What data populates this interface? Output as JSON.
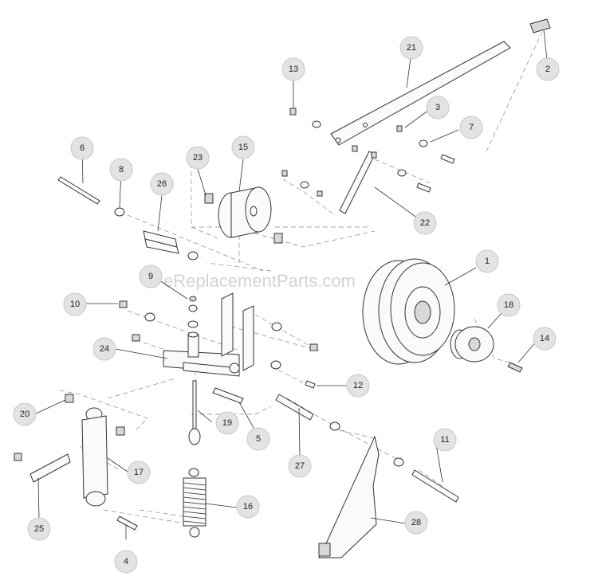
{
  "watermark": "eReplacementParts.com",
  "callouts": [
    {
      "id": "c1",
      "label": "1"
    },
    {
      "id": "c2",
      "label": "2"
    },
    {
      "id": "c3",
      "label": "3"
    },
    {
      "id": "c4",
      "label": "4"
    },
    {
      "id": "c5",
      "label": "5"
    },
    {
      "id": "c6",
      "label": "6"
    },
    {
      "id": "c7",
      "label": "7"
    },
    {
      "id": "c8",
      "label": "8"
    },
    {
      "id": "c9",
      "label": "9"
    },
    {
      "id": "c10",
      "label": "10"
    },
    {
      "id": "c11",
      "label": "11"
    },
    {
      "id": "c12",
      "label": "12"
    },
    {
      "id": "c13",
      "label": "13"
    },
    {
      "id": "c14",
      "label": "14"
    },
    {
      "id": "c15",
      "label": "15"
    },
    {
      "id": "c16",
      "label": "16"
    },
    {
      "id": "c17",
      "label": "17"
    },
    {
      "id": "c18",
      "label": "18"
    },
    {
      "id": "c19",
      "label": "19"
    },
    {
      "id": "c20",
      "label": "20"
    },
    {
      "id": "c21",
      "label": "21"
    },
    {
      "id": "c22",
      "label": "22"
    },
    {
      "id": "c23",
      "label": "23"
    },
    {
      "id": "c24",
      "label": "24"
    },
    {
      "id": "c25",
      "label": "25"
    },
    {
      "id": "c26",
      "label": "26"
    },
    {
      "id": "c27",
      "label": "27"
    },
    {
      "id": "c28",
      "label": "28"
    }
  ]
}
